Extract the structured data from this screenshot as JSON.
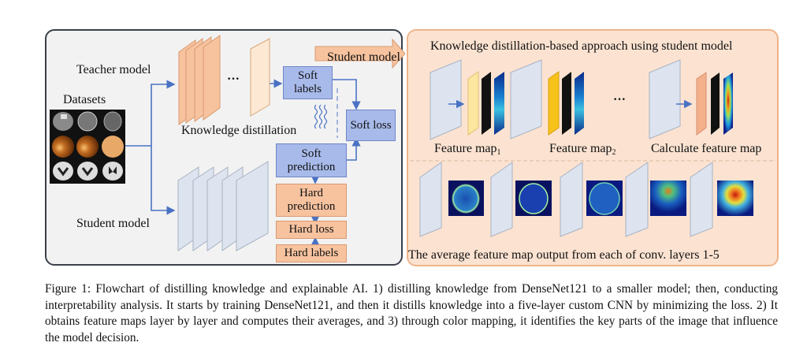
{
  "figure": {
    "left_panel": {
      "teacher_label": "Teacher model",
      "datasets_label": "Datasets",
      "student_label": "Student model",
      "knowledge_distillation_label": "Knowledge distillation",
      "ellipsis": "···",
      "soft_labels": "Soft labels",
      "soft_loss": "Soft loss",
      "soft_prediction": "Soft prediction",
      "hard_prediction": "Hard prediction",
      "hard_loss": "Hard loss",
      "hard_labels": "Hard labels",
      "arrow_label": "Student model",
      "colors": {
        "teacher_layers": "#f7c39f",
        "student_layers": "#dde4ef",
        "soft_boxes": "#a8baea",
        "hard_boxes": "#f7c39f",
        "arrows": "#4a72c4"
      }
    },
    "right_panel": {
      "title": "Knowledge distillation-based approach using student model",
      "feature_map_1": "Feature map",
      "feature_map_1_sub": "1",
      "feature_map_2": "Feature map",
      "feature_map_2_sub": "2",
      "ellipsis": "···",
      "calculate_label": "Calculate feature map",
      "bottom_caption": "The average feature map output from each of conv. layers 1-5",
      "colors": {
        "panel_bg": "#fce3d1",
        "panel_border": "#f0b48a",
        "fmap1_layer": "#fbe7a0",
        "fmap2_layer": "#f7c21a",
        "calc_layer": "#f4b08a"
      }
    },
    "caption": "Figure 1: Flowchart of distilling knowledge and explainable AI. 1) distilling knowledge from DenseNet121 to a smaller model; then, conducting interpretability analysis. It starts by training DenseNet121, and then it distills knowledge into a five-layer custom CNN by minimizing the loss. 2) It obtains feature maps layer by layer and computes their averages, and 3) through color mapping, it identifies the key parts of the image that influence the model decision."
  }
}
